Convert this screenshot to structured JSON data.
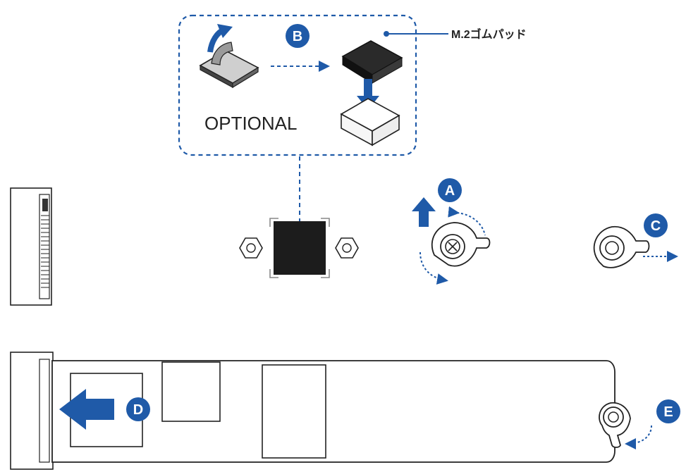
{
  "labels": {
    "step_a": "A",
    "step_b": "B",
    "step_c": "C",
    "step_d": "D",
    "step_e": "E",
    "optional": "OPTIONAL",
    "pad_callout": "M.2ゴムパッド"
  },
  "colors": {
    "accent": "#1f5aa8",
    "line": "#222222",
    "pad_fill": "#1c1c1c",
    "light_fill": "#f2f2f2",
    "white": "#ffffff"
  },
  "icons": [
    "arrow-up-icon",
    "arrow-left-icon",
    "rotate-arrow-icon",
    "latch-icon",
    "hex-standoff-icon",
    "thermal-pad-icon"
  ]
}
